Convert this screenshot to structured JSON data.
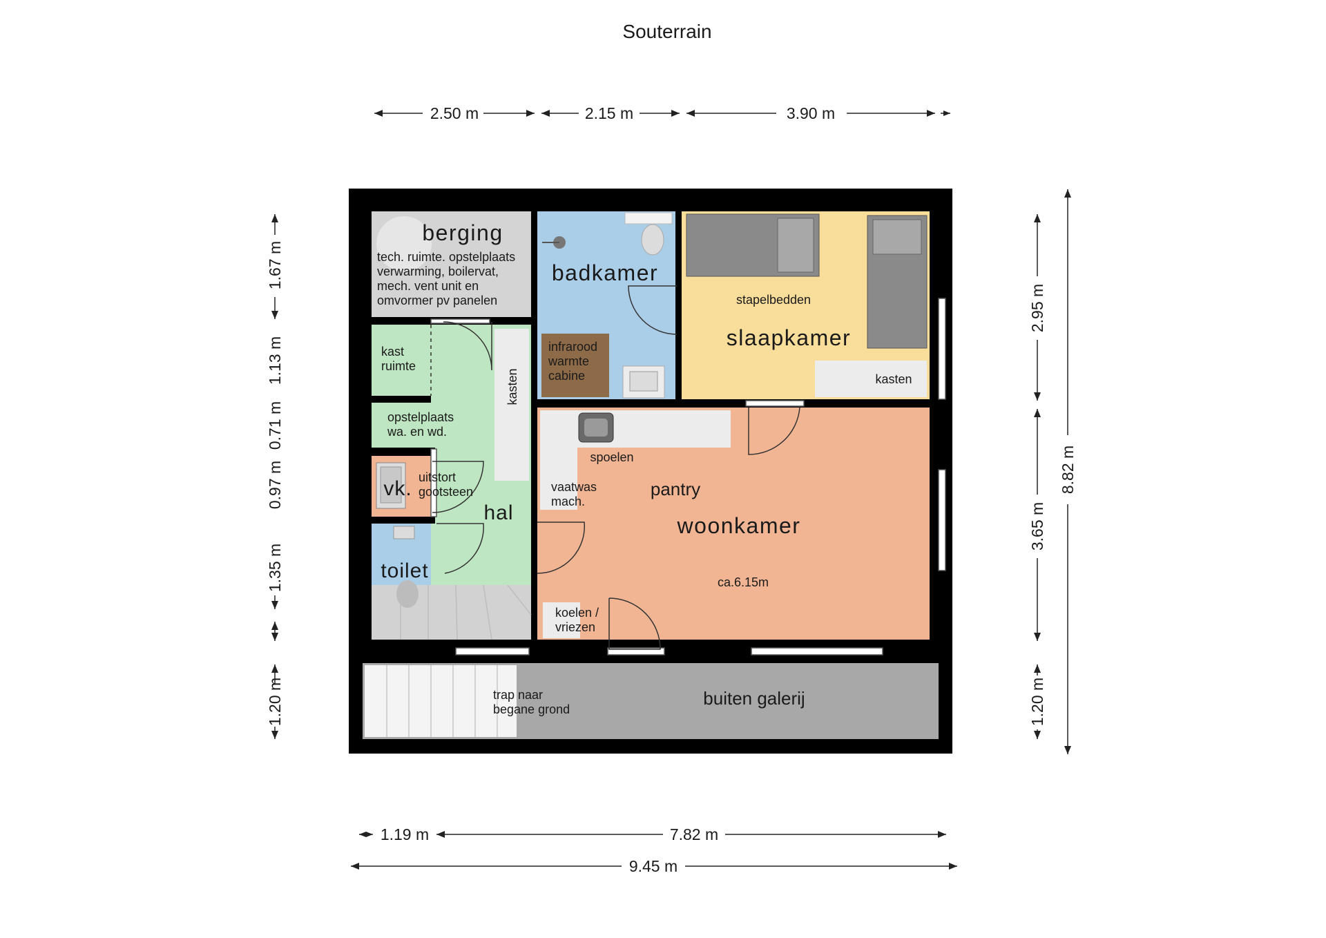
{
  "title": "Souterrain",
  "rooms": {
    "berging": "berging",
    "berging_note": [
      "tech. ruimte. opstelplaats",
      "verwarming, boilervat,",
      "mech. vent unit en",
      "omvormer pv panelen"
    ],
    "badkamer": "badkamer",
    "infrarood": [
      "infrarood",
      "warmte",
      "cabine"
    ],
    "slaapkamer": "slaapkamer",
    "stapelbedden": "stapelbedden",
    "kasten_slaap": "kasten",
    "kast_ruimte": [
      "kast",
      "ruimte"
    ],
    "kasten_hal": "kasten",
    "opstelplaats": [
      "opstelplaats",
      "wa. en wd."
    ],
    "vk": "vk.",
    "uitstort": [
      "uitstort",
      "gootsteen"
    ],
    "hal": "hal",
    "toilet": "toilet",
    "spoelen": "spoelen",
    "vaatwas": [
      "vaatwas",
      "mach."
    ],
    "pantry": "pantry",
    "woonkamer": "woonkamer",
    "woonkamer_size": "ca.6.15m",
    "koelen": [
      "koelen /",
      "vriezen"
    ],
    "trap": [
      "trap naar",
      "begane grond"
    ],
    "galerij": "buiten galerij"
  },
  "dimensions": {
    "top": [
      "2.50 m",
      "2.15 m",
      "3.90 m"
    ],
    "bottom_parts": [
      "1.19 m",
      "7.82 m"
    ],
    "bottom_total": "9.45 m",
    "left": [
      "1.67 m",
      "1.13 m",
      "0.71 m",
      "0.97 m",
      "1.35 m",
      "1.20 m"
    ],
    "right_parts": [
      "2.95 m",
      "3.65 m",
      "1.20 m"
    ],
    "right_total": "8.82 m"
  },
  "colors": {
    "wall": "#000000",
    "berging": "#d4d4d4",
    "badkamer": "#aacde8",
    "slaapkamer": "#f9dd9a",
    "hal": "#bfe6c2",
    "vk": "#f2b593",
    "toilet": "#aacde8",
    "woonkamer": "#f2b593",
    "galerij": "#a8a8a8",
    "stairs": "#d2d2d2",
    "cabine": "#8e6b48",
    "counter": "#ececec"
  }
}
